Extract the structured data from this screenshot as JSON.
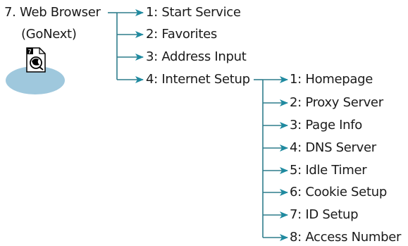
{
  "root": {
    "title": "7. Web Browser",
    "subtitle": "(GoNext)",
    "icon_badge": "7"
  },
  "level1": [
    "1: Start Service",
    "2: Favorites",
    "3: Address Input",
    "4: Internet Setup"
  ],
  "level2": [
    "1: Homepage",
    "2: Proxy Server",
    "3: Page Info",
    "4: DNS Server",
    "5: Idle Timer",
    "6: Cookie Setup",
    "7: ID Setup",
    "8: Access Number"
  ],
  "colors": {
    "line": "#2e7d8c",
    "arrow": "#1f8aa0",
    "ellipse": "#9fc8dd",
    "text": "#1a1a1a"
  },
  "icon": "browser-globe-icon"
}
